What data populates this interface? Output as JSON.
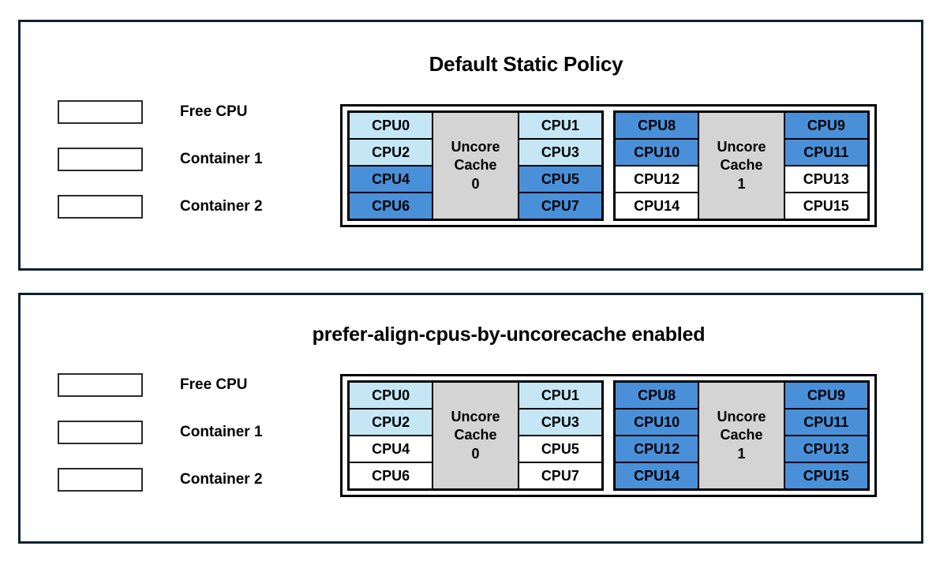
{
  "colors": {
    "free": "#ffffff",
    "container1": "#c5e6f5",
    "container2": "#4a90d9",
    "uncore_cache": "#d4d4d4",
    "panel_border": "#0c2233",
    "cell_border": "#000000"
  },
  "panels": [
    {
      "title": "Default Static Policy",
      "legend": [
        {
          "label": "Free CPU",
          "fill": "free"
        },
        {
          "label": "Container 1",
          "fill": "container1"
        },
        {
          "label": "Container 2",
          "fill": "container2"
        }
      ],
      "sockets": [
        {
          "uncore_label_line1": "Uncore",
          "uncore_label_line2": "Cache",
          "uncore_label_line3": "0",
          "left_column": [
            {
              "label": "CPU0",
              "fill": "container1"
            },
            {
              "label": "CPU2",
              "fill": "container1"
            },
            {
              "label": "CPU4",
              "fill": "container2"
            },
            {
              "label": "CPU6",
              "fill": "container2"
            }
          ],
          "right_column": [
            {
              "label": "CPU1",
              "fill": "container1"
            },
            {
              "label": "CPU3",
              "fill": "container1"
            },
            {
              "label": "CPU5",
              "fill": "container2"
            },
            {
              "label": "CPU7",
              "fill": "container2"
            }
          ]
        },
        {
          "uncore_label_line1": "Uncore",
          "uncore_label_line2": "Cache",
          "uncore_label_line3": "1",
          "left_column": [
            {
              "label": "CPU8",
              "fill": "container2"
            },
            {
              "label": "CPU10",
              "fill": "container2"
            },
            {
              "label": "CPU12",
              "fill": "free"
            },
            {
              "label": "CPU14",
              "fill": "free"
            }
          ],
          "right_column": [
            {
              "label": "CPU9",
              "fill": "container2"
            },
            {
              "label": "CPU11",
              "fill": "container2"
            },
            {
              "label": "CPU13",
              "fill": "free"
            },
            {
              "label": "CPU15",
              "fill": "free"
            }
          ]
        }
      ]
    },
    {
      "title": "prefer-align-cpus-by-uncorecache enabled",
      "legend": [
        {
          "label": "Free CPU",
          "fill": "free"
        },
        {
          "label": "Container 1",
          "fill": "container1"
        },
        {
          "label": "Container 2",
          "fill": "container2"
        }
      ],
      "sockets": [
        {
          "uncore_label_line1": "Uncore",
          "uncore_label_line2": "Cache",
          "uncore_label_line3": "0",
          "left_column": [
            {
              "label": "CPU0",
              "fill": "container1"
            },
            {
              "label": "CPU2",
              "fill": "container1"
            },
            {
              "label": "CPU4",
              "fill": "free"
            },
            {
              "label": "CPU6",
              "fill": "free"
            }
          ],
          "right_column": [
            {
              "label": "CPU1",
              "fill": "container1"
            },
            {
              "label": "CPU3",
              "fill": "container1"
            },
            {
              "label": "CPU5",
              "fill": "free"
            },
            {
              "label": "CPU7",
              "fill": "free"
            }
          ]
        },
        {
          "uncore_label_line1": "Uncore",
          "uncore_label_line2": "Cache",
          "uncore_label_line3": "1",
          "left_column": [
            {
              "label": "CPU8",
              "fill": "container2"
            },
            {
              "label": "CPU10",
              "fill": "container2"
            },
            {
              "label": "CPU12",
              "fill": "container2"
            },
            {
              "label": "CPU14",
              "fill": "container2"
            }
          ],
          "right_column": [
            {
              "label": "CPU9",
              "fill": "container2"
            },
            {
              "label": "CPU11",
              "fill": "container2"
            },
            {
              "label": "CPU13",
              "fill": "container2"
            },
            {
              "label": "CPU15",
              "fill": "container2"
            }
          ]
        }
      ]
    }
  ]
}
